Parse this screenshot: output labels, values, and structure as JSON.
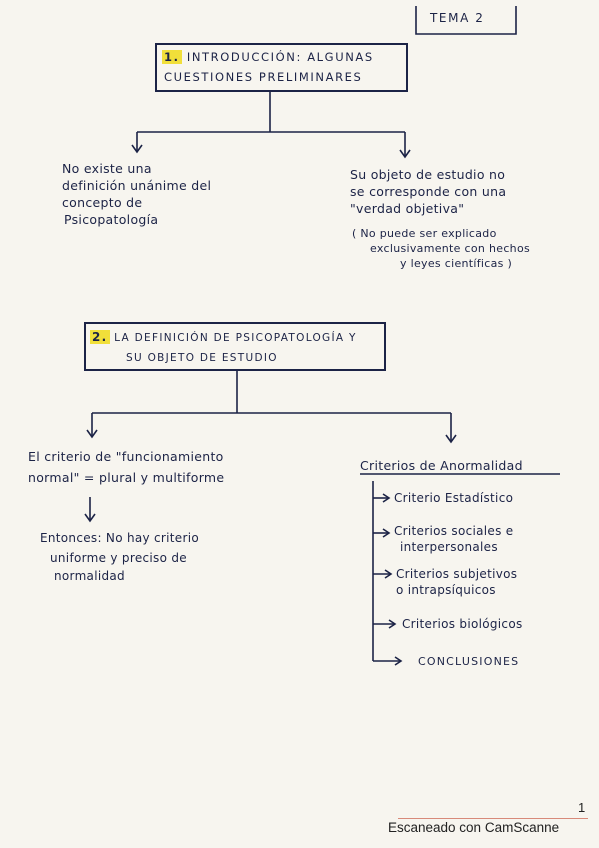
{
  "header": {
    "tema": "TEMA 2"
  },
  "section1": {
    "number": "1.",
    "title_line1": "INTRODUCCIÓN: ALGUNAS",
    "title_line2": "CUESTIONES PRELIMINARES",
    "left": [
      "No existe una",
      "definición unánime del",
      "concepto de",
      "Psicopatología"
    ],
    "right": [
      "Su objeto de estudio no",
      "se corresponde con una",
      "\"verdad objetiva\""
    ],
    "right_note": [
      "( No puede ser explicado",
      "exclusivamente con hechos",
      "y leyes científicas )"
    ]
  },
  "section2": {
    "number": "2.",
    "title_line1": "LA DEFINICIÓN DE PSICOPATOLOGÍA Y",
    "title_line2": "SU OBJETO DE ESTUDIO",
    "left": [
      "El criterio de \"funcionamiento",
      "normal\" = plural y multiforme"
    ],
    "left_then": [
      "Entonces: No hay criterio",
      "uniforme y preciso de",
      "normalidad"
    ],
    "right_title": "Criterios de Anormalidad",
    "criteria": [
      [
        "Criterio Estadístico"
      ],
      [
        "Criterios sociales e",
        "interpersonales"
      ],
      [
        "Criterios subjetivos",
        "o intrapsíquicos"
      ],
      [
        "Criterios biológicos"
      ],
      [
        "CONCLUSIONES"
      ]
    ]
  },
  "footer": {
    "page_number": "1",
    "scanner": "Escaneado con CamScanne"
  }
}
